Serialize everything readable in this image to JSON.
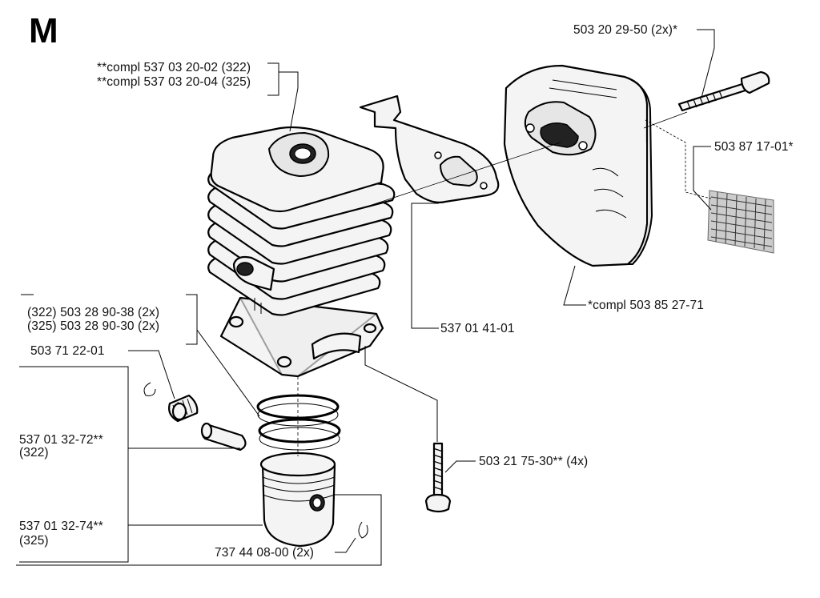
{
  "section_letter": "M",
  "labels": {
    "cyl_322": "**compl 537 03 20-02 (322)",
    "cyl_325": "**compl 537 03 20-04 (325)",
    "bolt_top": "503 20 29-50 (2x)*",
    "screen": "503 87 17-01*",
    "muffler": "*compl 503 85 27-71",
    "gasket": "537 01 41-01",
    "ring_322": "(322) 503 28 90-38 (2x)",
    "ring_325": "(325) 503 28 90-30 (2x)",
    "bearing": "503 71 22-01",
    "piston_322_num": "537 01 32-72**",
    "piston_322_model": "(322)",
    "piston_325_num": "537 01 32-74**",
    "piston_325_model": "(325)",
    "screw": "503 21 75-30** (4x)",
    "circlip": "737 44 08-00 (2x)"
  }
}
